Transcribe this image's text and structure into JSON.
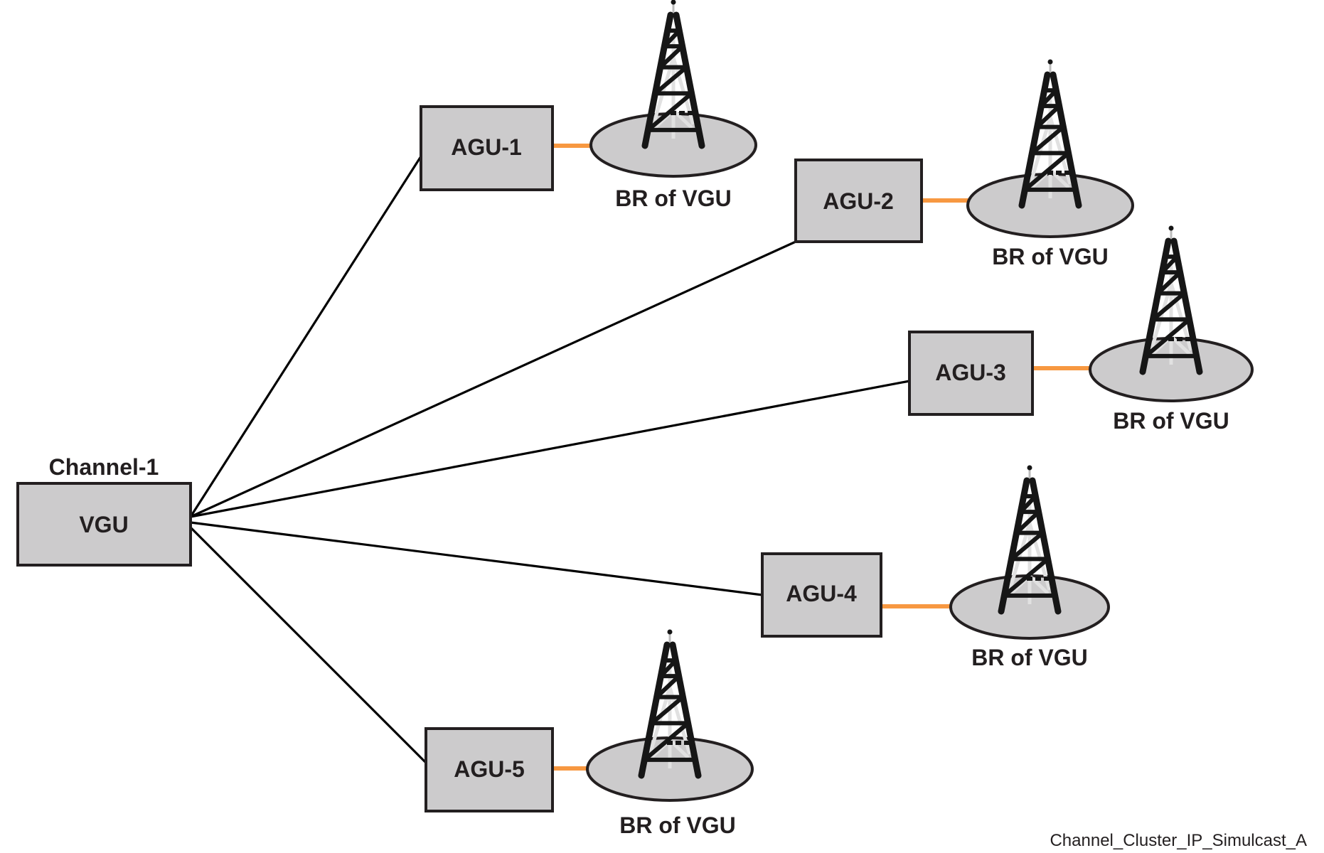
{
  "diagram": {
    "caption": "Channel_Cluster_IP_Simulcast_A",
    "colors": {
      "box_fill": "#cccbcc",
      "outline": "#231f20",
      "link": "#000000",
      "rf_link": "#f79841"
    },
    "hub": {
      "group_label": "Channel-1",
      "label": "VGU"
    },
    "nodes": [
      {
        "label": "AGU-1",
        "site_label": "BR of VGU",
        "icon": "radio-tower-icon"
      },
      {
        "label": "AGU-2",
        "site_label": "BR of VGU",
        "icon": "radio-tower-icon"
      },
      {
        "label": "AGU-3",
        "site_label": "BR of VGU",
        "icon": "radio-tower-icon"
      },
      {
        "label": "AGU-4",
        "site_label": "BR of VGU",
        "icon": "radio-tower-icon"
      },
      {
        "label": "AGU-5",
        "site_label": "BR of VGU",
        "icon": "radio-tower-icon"
      }
    ],
    "connections": [
      {
        "from": "VGU",
        "to": "AGU-1",
        "type": "wired"
      },
      {
        "from": "VGU",
        "to": "AGU-2",
        "type": "wired"
      },
      {
        "from": "VGU",
        "to": "AGU-3",
        "type": "wired"
      },
      {
        "from": "VGU",
        "to": "AGU-4",
        "type": "wired"
      },
      {
        "from": "VGU",
        "to": "AGU-5",
        "type": "wired"
      },
      {
        "from": "AGU-1",
        "to": "BR of VGU",
        "type": "rf"
      },
      {
        "from": "AGU-2",
        "to": "BR of VGU",
        "type": "rf"
      },
      {
        "from": "AGU-3",
        "to": "BR of VGU",
        "type": "rf"
      },
      {
        "from": "AGU-4",
        "to": "BR of VGU",
        "type": "rf"
      },
      {
        "from": "AGU-5",
        "to": "BR of VGU",
        "type": "rf"
      }
    ]
  }
}
